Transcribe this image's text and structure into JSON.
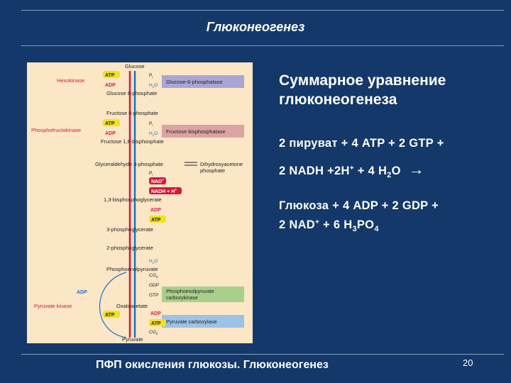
{
  "title": "Глюконеогенез",
  "heading_line1": "Суммарное уравнение",
  "heading_line2": "глюконеогенеза",
  "eq1": "2 пируват + 4 ATP + 2 GTP +",
  "eq2_prefix": "2 NADH +2H",
  "eq2_sup": "+",
  "eq2_mid": " + 4 H",
  "eq2_sub": "2",
  "eq2_tail": "O",
  "eq2_arrow": "→",
  "eq3": "Глюкоза + 4 ADP + 2 GDP +",
  "eq4_prefix": "2 NAD",
  "eq4_sup": "+",
  "eq4_mid": " + 6 H",
  "eq4_sub1": "3",
  "eq4_mid2": "PO",
  "eq4_sub2": "4",
  "footer": "ПФП окисления глюкозы. Глюконеогенез",
  "page_number": "20",
  "figure": {
    "metabolites": {
      "glucose": "Glucose",
      "g6p": "Glucose 6-phosphate",
      "f6p": "Fructose 6-phosphate",
      "f16bp": "Fructose 1,6-bisphosphate",
      "gap": "Glyceraldehyde 3-phosphate",
      "dhap1": "Dihydroxyacetone",
      "dhap2": "phosphate",
      "bpg": "1,3-bisphosphoglycerate",
      "pg3": "3-phosphoglycerate",
      "pg2": "2-phosphoglycerate",
      "pep": "Phosphoenolpyruvate",
      "oaa": "Oxaloacetate",
      "pyruvate": "Pyruvate"
    },
    "glycolysis_enzymes": {
      "hexokinase": "Hexokinase",
      "pfk": "Phosphofructokinase",
      "pyruvate_kinase": "Pyruvate kinase"
    },
    "gluconeo_enzymes": {
      "g6pase": "Glucose-6-phosphatase",
      "fbpase": "Fructose bisphosphatase",
      "pepck1": "Phosphoenolpyruvate",
      "pepck2": "carboxykinase",
      "pc": "Pyruvate carboxylase"
    },
    "cofactors": {
      "atp": "ATP",
      "adp": "ADP",
      "pi": "P",
      "pi_sub": "i",
      "h2o": "H",
      "h2o_sub": "2",
      "h2o_o": "O",
      "nad": "NAD",
      "nad_sup": "+",
      "nadh": "NADH + H",
      "nadh_sup": "+",
      "co2": "CO",
      "co2_sub": "2",
      "gdp": "GDP",
      "gtp": "GTP"
    },
    "colors": {
      "glycolysis_arrow": "#d2193c",
      "gluconeo_arrow": "#1a73c0",
      "enzyme_text": "#d2193c",
      "atp_box": "#f2e21e",
      "adp_text": "#d2193c",
      "nad_box": "#d2193c",
      "g6pase_box": "#a9a6d6",
      "fbpase_box": "#dca3a3",
      "pepck_box": "#a9cf8c",
      "pc_box": "#9cc2e6",
      "background": "#fbe6c6"
    }
  }
}
